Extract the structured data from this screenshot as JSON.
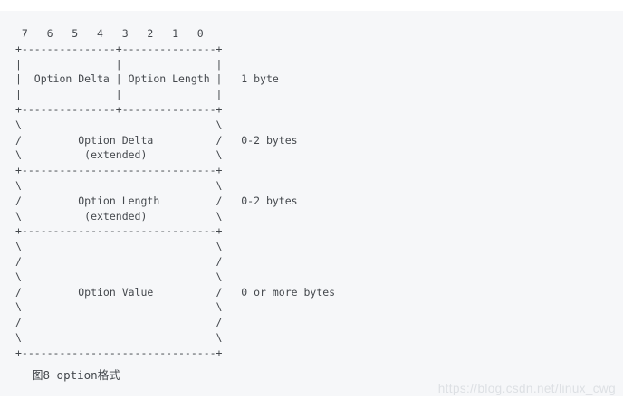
{
  "colors": {
    "page_background": "#ffffff",
    "code_block_background": "#f6f7f9",
    "diagram_text": "#44484d",
    "watermark_text": "#dde0e4"
  },
  "diagram": {
    "bit_labels": [
      "7",
      "6",
      "5",
      "4",
      "3",
      "2",
      "1",
      "0"
    ],
    "ascii_lines": [
      " 7   6   5   4   3   2   1   0",
      "+---------------+---------------+",
      "|               |               |",
      "|  Option Delta | Option Length |   1 byte",
      "|               |               |",
      "+---------------+---------------+",
      "\\                               \\",
      "/         Option Delta          /   0-2 bytes",
      "\\          (extended)           \\",
      "+-------------------------------+",
      "\\                               \\",
      "/         Option Length         /   0-2 bytes",
      "\\          (extended)           \\",
      "+-------------------------------+",
      "\\                               \\",
      "/                               /",
      "\\                               \\",
      "/         Option Value          /   0 or more bytes",
      "\\                               \\",
      "/                               /",
      "\\                               \\",
      "+-------------------------------+"
    ],
    "rows": [
      {
        "fields": [
          "Option Delta",
          "Option Length"
        ],
        "size": "1 byte"
      },
      {
        "fields": [
          "Option Delta (extended)"
        ],
        "size": "0-2 bytes"
      },
      {
        "fields": [
          "Option Length (extended)"
        ],
        "size": "0-2 bytes"
      },
      {
        "fields": [
          "Option Value"
        ],
        "size": "0 or more bytes"
      }
    ],
    "caption": "图8 option格式"
  },
  "watermark": {
    "text": "https://blog.csdn.net/linux_cwg"
  }
}
